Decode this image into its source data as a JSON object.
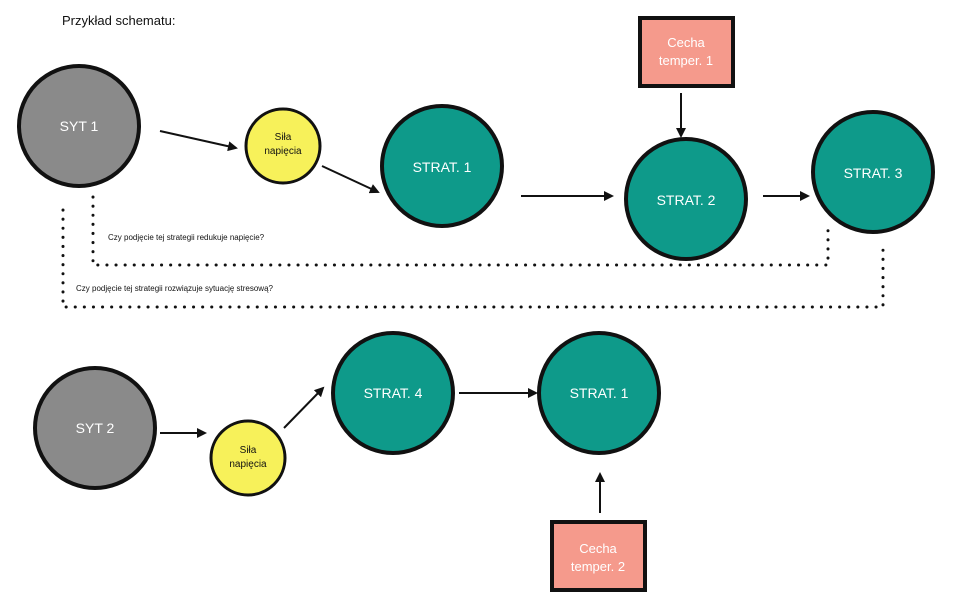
{
  "title": "Przykład schematu:",
  "colors": {
    "situation": "#8a8a8a",
    "tension": "#f7f15a",
    "strategy": "#0e9a8a",
    "temperament": "#f59a8c",
    "stroke": "#111111"
  },
  "nodes": {
    "syt1": "SYT 1",
    "sila1_line1": "Siła",
    "sila1_line2": "napięcia",
    "strat1_top": "STRAT. 1",
    "strat2": "STRAT. 2",
    "strat3": "STRAT. 3",
    "cecha1_line1": "Cecha",
    "cecha1_line2": "temper. 1",
    "syt2": "SYT 2",
    "sila2_line1": "Siła",
    "sila2_line2": "napięcia",
    "strat4": "STRAT. 4",
    "strat1_bottom": "STRAT. 1",
    "cecha2_line1": "Cecha",
    "cecha2_line2": "temper. 2"
  },
  "notes": {
    "reduces_tension": "Czy podjęcie tej strategii redukuje napięcie?",
    "resolves_situation": "Czy podjęcie tej strategii rozwiązuje sytuację stresową?"
  }
}
